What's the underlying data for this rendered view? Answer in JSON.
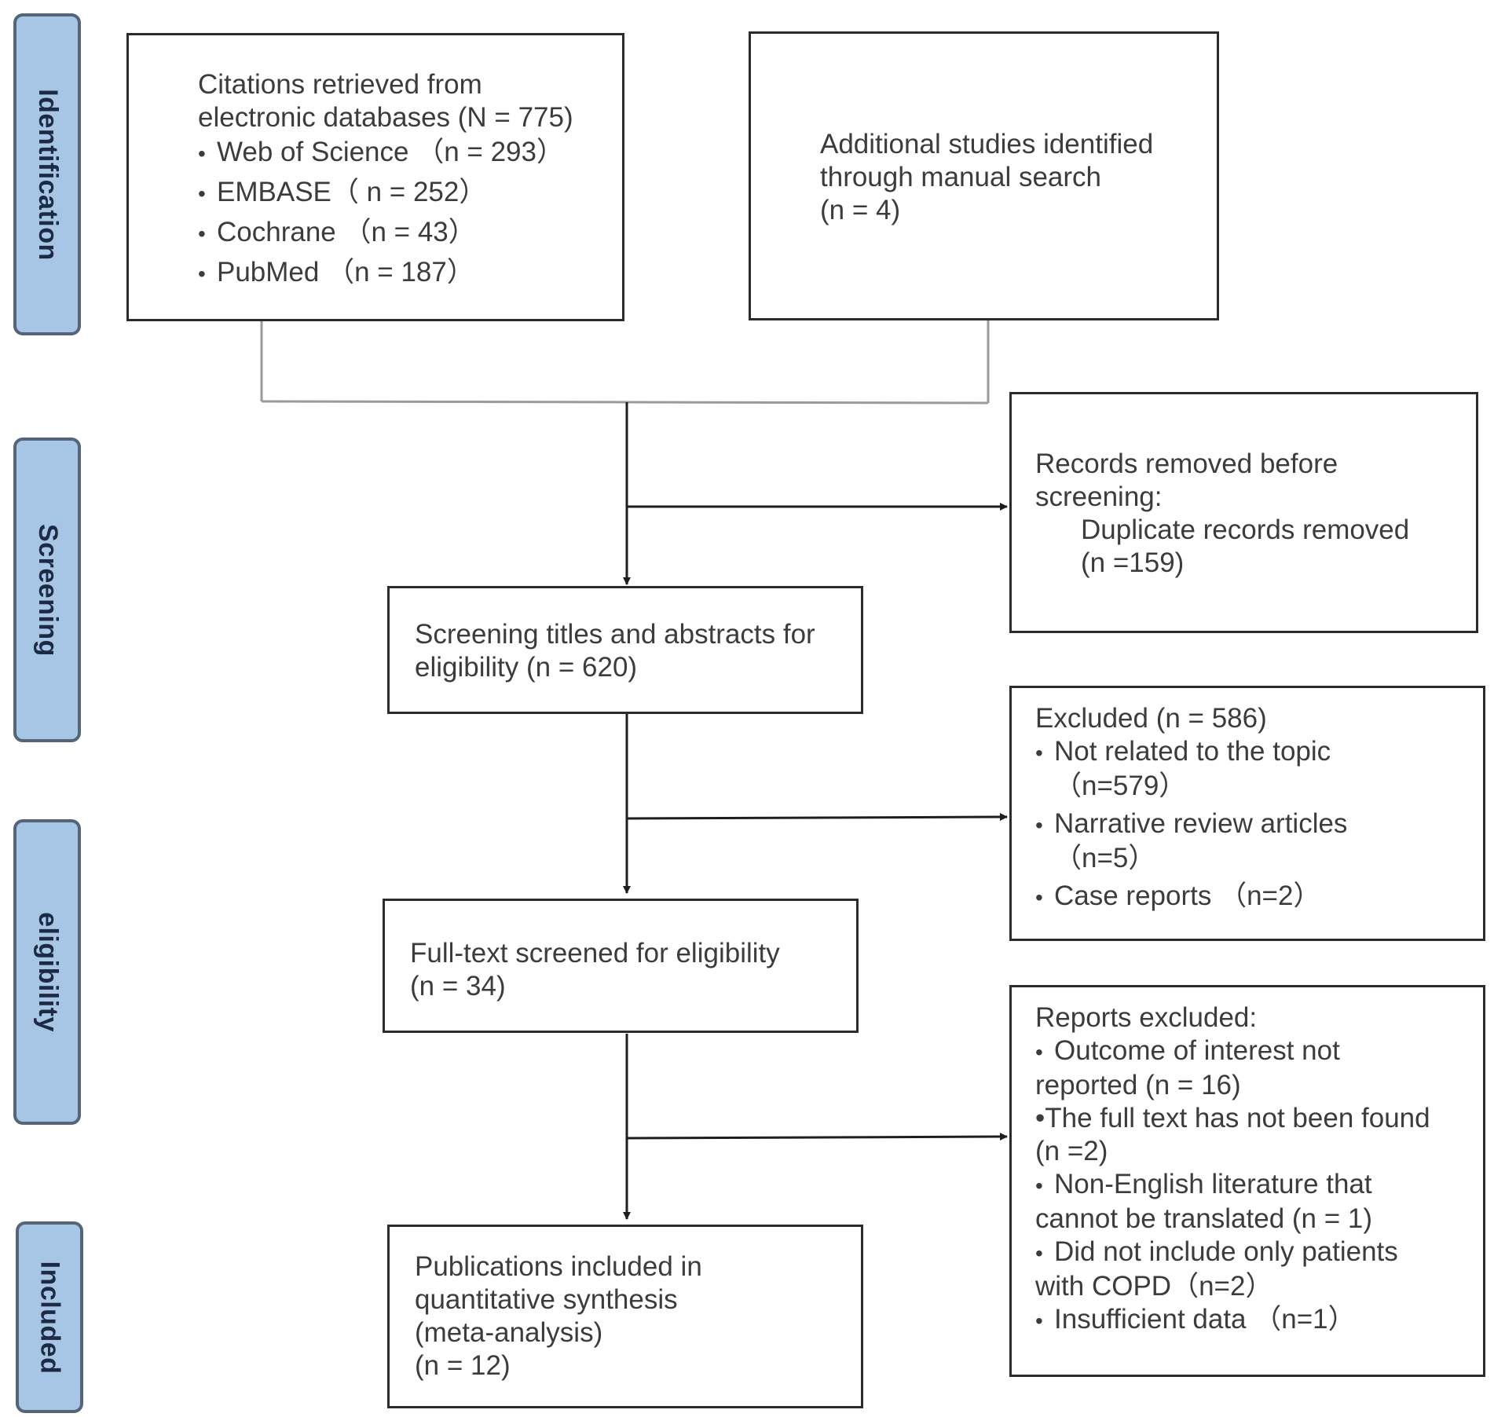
{
  "stages": {
    "identification": "Identification",
    "screening": "Screening",
    "eligibility": "eligibility",
    "included": "Included"
  },
  "identification_box": {
    "line1": "Citations retrieved from",
    "line2": "electronic databases (N = 775)",
    "sources": [
      "Web of Science （n = 293）",
      "EMBASE（ n = 252）",
      "Cochrane （n = 43）",
      "PubMed （n = 187）"
    ]
  },
  "manual_search_box": {
    "line1": "Additional studies identified",
    "line2": "through manual search",
    "line3": "(n = 4)"
  },
  "removed_box": {
    "line1": "Records removed before",
    "line2": "screening:",
    "line3": "Duplicate records removed",
    "line4": "(n =159)"
  },
  "screening_box": {
    "line1": "Screening titles and abstracts for",
    "line2": "eligibility (n = 620)"
  },
  "excluded_box": {
    "title": "Excluded (n = 586)",
    "item1_label": "Not related to the topic",
    "item1_count": "（n=579）",
    "item2_label": "Narrative review articles",
    "item2_count": "（n=5）",
    "item3": "Case reports （n=2）"
  },
  "fulltext_box": {
    "line1": "Full-text screened for eligibility",
    "line2": "(n = 34)"
  },
  "reports_excluded_box": {
    "title": "Reports excluded:",
    "r1a": "Outcome of interest not",
    "r1b": "reported (n = 16)",
    "r2a": "•The full text has not been found",
    "r2b": "(n =2)",
    "r3a": "Non-English literature that",
    "r3b": "cannot be translated (n = 1)",
    "r4a": "Did not include only patients",
    "r4b": "with COPD（n=2）",
    "r5": "Insufficient data （n=1）"
  },
  "included_box": {
    "line1": "Publications included in",
    "line2": "quantitative synthesis",
    "line3": "(meta-analysis)",
    "line4": "(n = 12)"
  },
  "colors": {
    "stage_fill": "#a7c6e6",
    "stage_border": "#56647a",
    "box_border": "#2b2b2b",
    "connector": "#9a9a9a",
    "arrow": "#1e1e1e",
    "text": "#3c3c3c"
  }
}
